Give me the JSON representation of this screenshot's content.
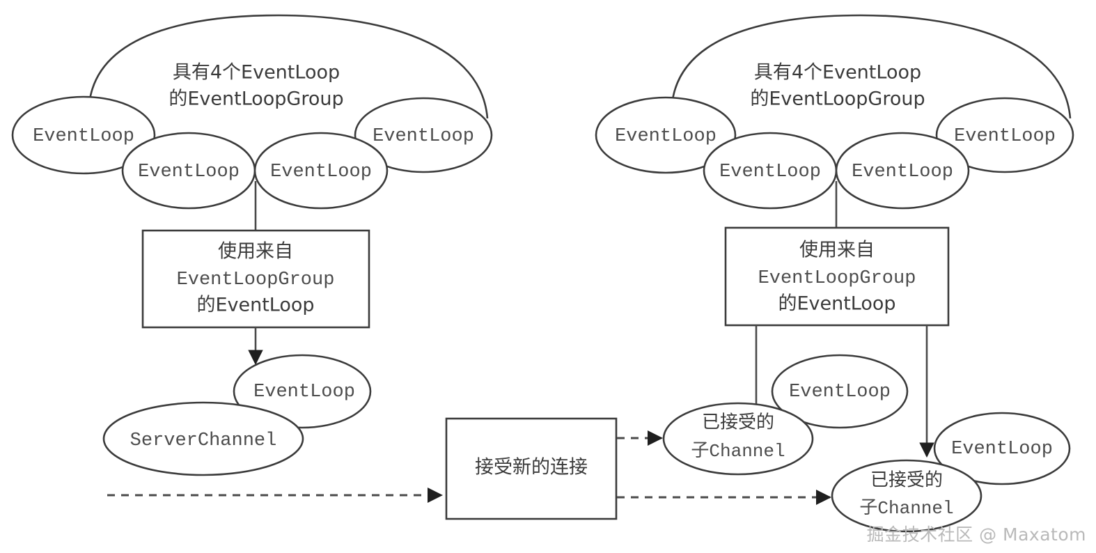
{
  "diagram": {
    "title": "Netty EventLoopGroup / Channel allocation diagram",
    "watermark": "掘金技术社区 @ Maxatom",
    "colors": {
      "background": "#ffffff",
      "stroke": "#3b3b3b",
      "connector": "#4a4a4a",
      "text": "#4c4c4c",
      "watermark": "#b9b9b9"
    },
    "groups": [
      {
        "id": "boss-group",
        "cloud_label_line1": "具有4个EventLoop",
        "cloud_label_line2": "的EventLoopGroup",
        "loops": [
          {
            "id": "boss-loop-1",
            "label": "EventLoop"
          },
          {
            "id": "boss-loop-2",
            "label": "EventLoop"
          },
          {
            "id": "boss-loop-3",
            "label": "EventLoop"
          },
          {
            "id": "boss-loop-4",
            "label": "EventLoop"
          }
        ],
        "box": {
          "id": "boss-box",
          "line1": "使用来自",
          "line2": "EventLoopGroup",
          "line3": "的EventLoop"
        }
      },
      {
        "id": "worker-group",
        "cloud_label_line1": "具有4个EventLoop",
        "cloud_label_line2": "的EventLoopGroup",
        "loops": [
          {
            "id": "worker-loop-1",
            "label": "EventLoop"
          },
          {
            "id": "worker-loop-2",
            "label": "EventLoop"
          },
          {
            "id": "worker-loop-3",
            "label": "EventLoop"
          },
          {
            "id": "worker-loop-4",
            "label": "EventLoop"
          }
        ],
        "box": {
          "id": "worker-box",
          "line1": "使用来自",
          "line2": "EventLoopGroup",
          "line3": "的EventLoop"
        }
      }
    ],
    "nodes": {
      "boss_assigned_loop": {
        "label": "EventLoop"
      },
      "server_channel": {
        "label": "ServerChannel"
      },
      "accept_box": {
        "label": "接受新的连接"
      },
      "child_channel_1": {
        "line1": "已接受的",
        "line2": "子Channel"
      },
      "child_channel_2": {
        "line1": "已接受的",
        "line2": "子Channel"
      },
      "worker_assigned_loop_1": {
        "label": "EventLoop"
      },
      "worker_assigned_loop_2": {
        "label": "EventLoop"
      }
    }
  }
}
